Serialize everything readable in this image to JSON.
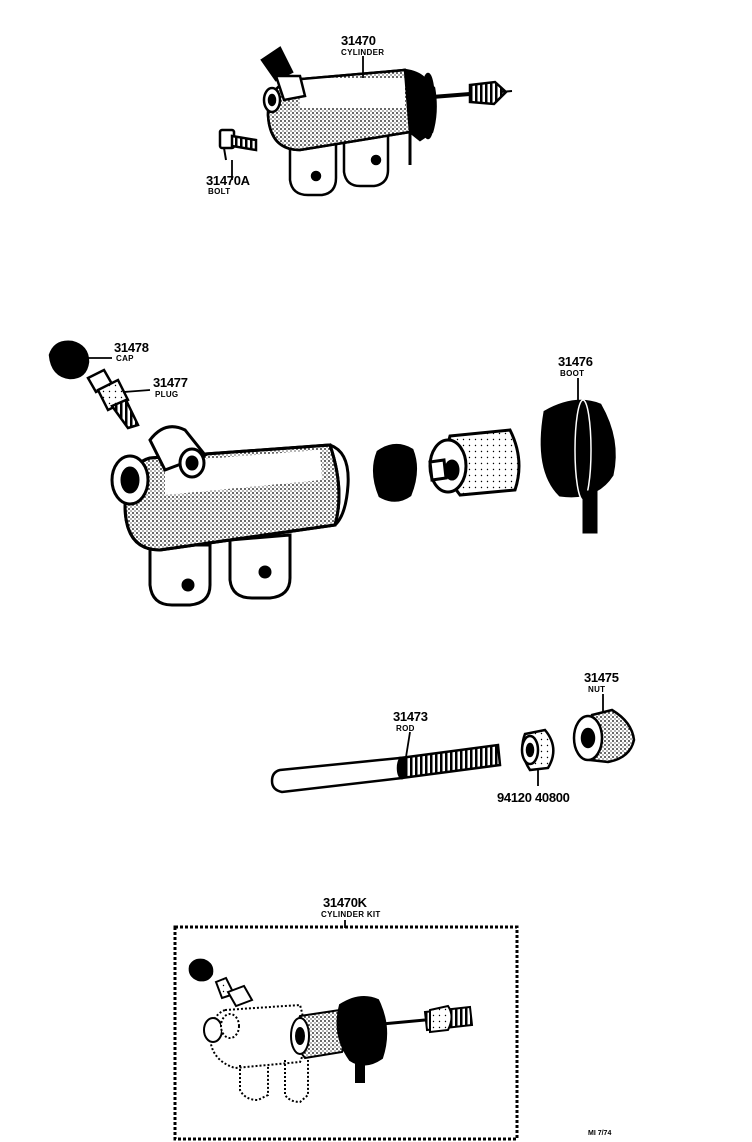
{
  "labels": {
    "cylinder": {
      "number": "31470",
      "name": "CYLINDER"
    },
    "bolt": {
      "number": "31470A",
      "name": "BOLT"
    },
    "cap": {
      "number": "31478",
      "name": "CAP"
    },
    "plug": {
      "number": "31477",
      "name": "PLUG"
    },
    "boot": {
      "number": "31476",
      "name": "BOOT"
    },
    "nut": {
      "number": "31475",
      "name": "NUT"
    },
    "rod": {
      "number": "31473",
      "name": "ROD"
    },
    "washer": {
      "number": "94120 40800"
    },
    "kit": {
      "number": "31470K",
      "name": "CYLINDER KIT"
    }
  },
  "ref_code": "MI 7/74"
}
